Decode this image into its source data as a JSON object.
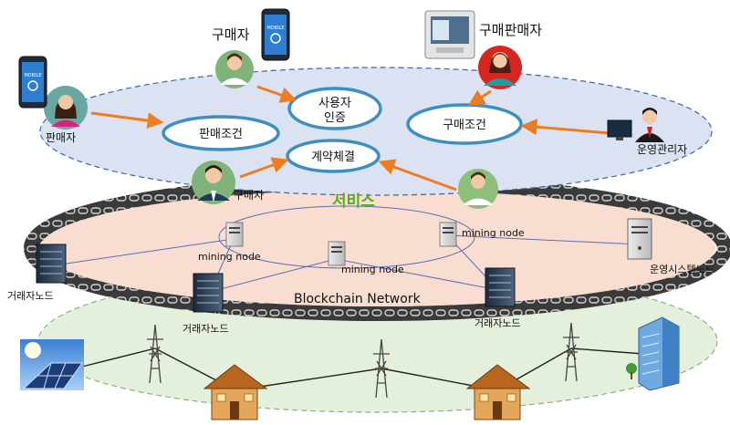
{
  "service_layer": {
    "title": "서비스",
    "ellipses": {
      "auth": [
        "사용자",
        "인증"
      ],
      "sell_terms": "판매조건",
      "contract": "계약체결",
      "buy_terms": "구매조건"
    },
    "actors": {
      "buyer_top": "구매자",
      "buyer_seller": "구매판매자",
      "seller": "판매자",
      "buyer_bottom": "구매자",
      "operator": "운영관리자"
    },
    "phone_text": "MOBILE"
  },
  "blockchain_layer": {
    "title": "Blockchain Network",
    "mining_nodes": [
      "mining node",
      "mining node",
      "mining node"
    ],
    "trade_nodes": [
      "거래자노드",
      "거래자노드",
      "거래자노드"
    ],
    "system_node": "운영시스템노드"
  },
  "colors": {
    "service_fill": "#dbe3f2",
    "blockchain_fill": "#f9ddd0",
    "grid_fill": "#e4f0dc",
    "ellipse_stroke": "#3d8fbf",
    "arrow": "#ee7d22",
    "service_title": "#55b01f"
  }
}
